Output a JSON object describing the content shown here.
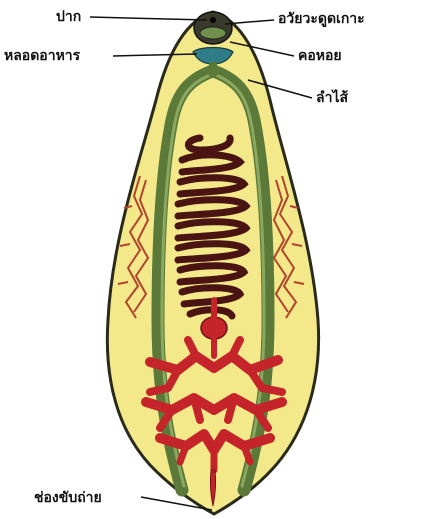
{
  "labels": {
    "mouth": "ปาก",
    "oral_sucker": "อวัยวะดูดเกาะ",
    "esophagus": "หลอดอาหาร",
    "pharynx": "คอหอย",
    "intestine": "ลำไส้",
    "excretory_pore": "ช่องขับถ่าย"
  },
  "colors": {
    "body_fill": "#f3e98a",
    "body_outline": "#2a2a1a",
    "intestine": "#5b7a3a",
    "pharynx": "#2f7d86",
    "uterus": "#4a1412",
    "testis": "#c4242a",
    "vitellaria": "#b2432c"
  }
}
